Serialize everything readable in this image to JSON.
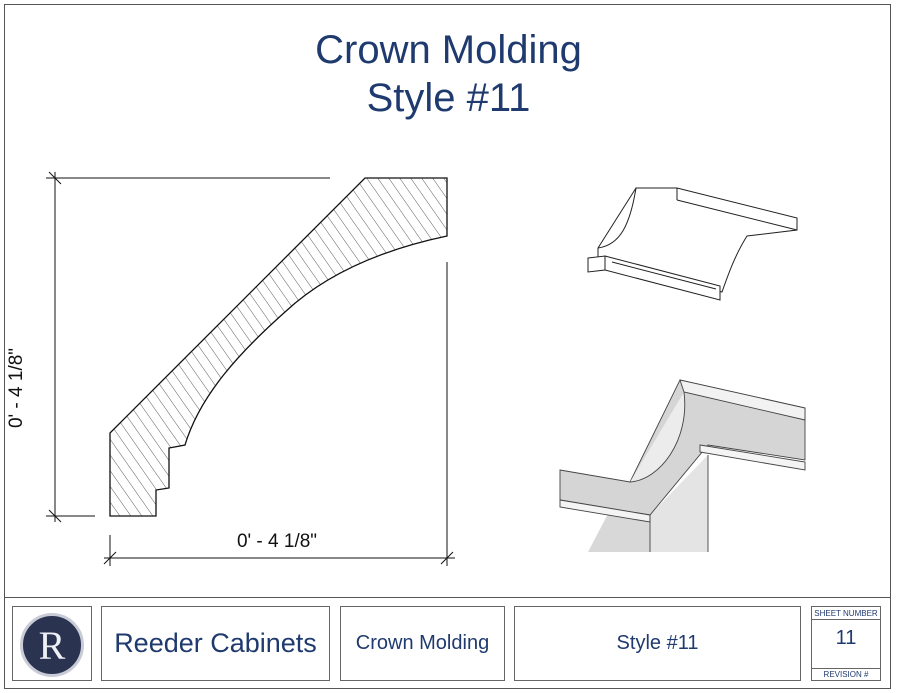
{
  "title": {
    "line1": "Crown Molding",
    "line2": "Style #11"
  },
  "dimensions": {
    "height": "0' - 4 1/8\"",
    "width": "0' - 4 1/8\""
  },
  "title_block": {
    "logo_letter": "R",
    "company": "Reeder Cabinets",
    "drawing_name": "Crown Molding",
    "style": "Style #11",
    "sheet_number_label": "SHEET NUMBER",
    "sheet_number": "11",
    "revision_label": "REVISION #"
  },
  "colors": {
    "title": "#1f3a6e",
    "line": "#111111",
    "render_shade": "#d8d8d8"
  }
}
